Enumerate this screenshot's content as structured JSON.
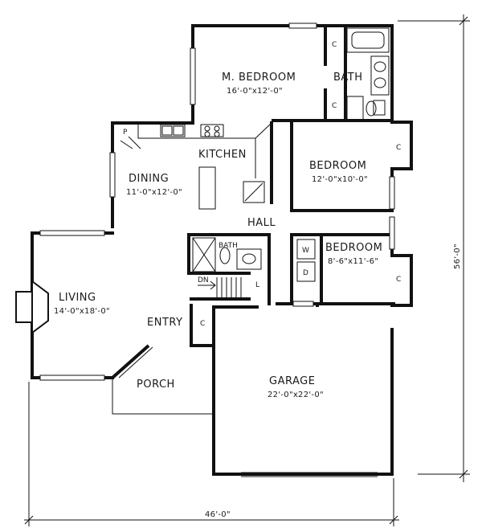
{
  "rooms": {
    "master_bedroom": {
      "name": "M. BEDROOM",
      "size": "16'-0\"x12'-0\""
    },
    "bath_master": {
      "name": "BATH"
    },
    "kitchen": {
      "name": "KITCHEN"
    },
    "dining": {
      "name": "DINING",
      "size": "11'-0\"x12'-0\""
    },
    "bedroom_2": {
      "name": "BEDROOM",
      "size": "12'-0\"x10'-0\""
    },
    "hall": {
      "name": "HALL"
    },
    "bath_hall": {
      "name": "BATH"
    },
    "bedroom_3": {
      "name": "BEDROOM",
      "size": "8'-6\"x11'-6\""
    },
    "living": {
      "name": "LIVING",
      "size": "14'-0\"x18'-0\""
    },
    "entry": {
      "name": "ENTRY"
    },
    "porch": {
      "name": "PORCH"
    },
    "garage": {
      "name": "GARAGE",
      "size": "22'-0\"x22'-0\""
    }
  },
  "marks": {
    "closet": "C",
    "pantry": "P",
    "washer": "W",
    "dryer": "D",
    "linen": "L",
    "stair_down": "DN"
  },
  "dimensions": {
    "width": "46'-0\"",
    "depth": "56'-0\""
  }
}
